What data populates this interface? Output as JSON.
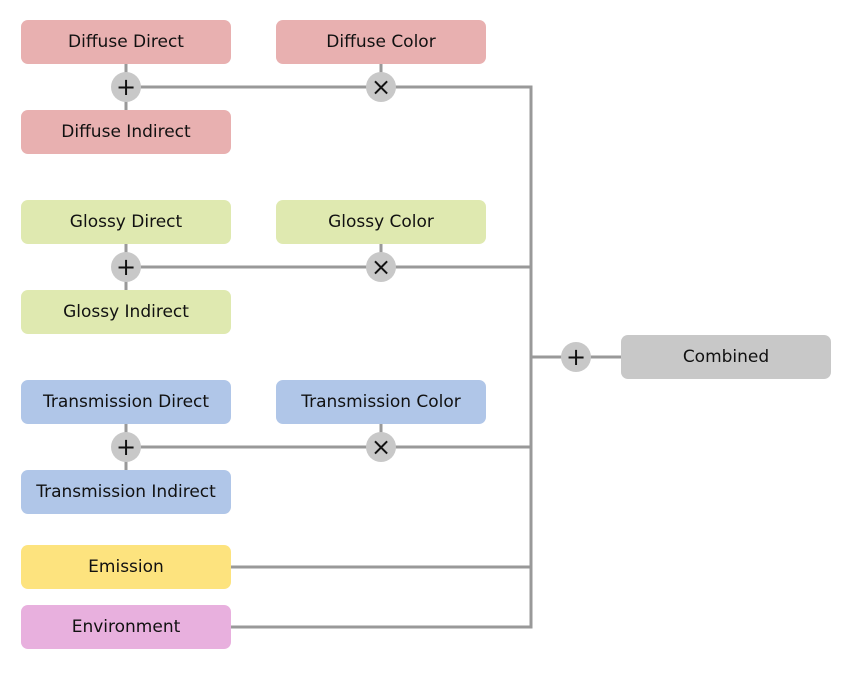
{
  "colors": {
    "diffuse": "#e8b0b0",
    "glossy": "#dfe9b0",
    "transmission": "#b0c6e8",
    "emission": "#fde37e",
    "environment": "#e8b0de",
    "combined": "#c8c8c8",
    "connector": "#999999",
    "operator": "#c8c8c8"
  },
  "nodes": {
    "diffuse_direct": "Diffuse Direct",
    "diffuse_indirect": "Diffuse Indirect",
    "diffuse_color": "Diffuse Color",
    "glossy_direct": "Glossy Direct",
    "glossy_indirect": "Glossy Indirect",
    "glossy_color": "Glossy Color",
    "transmission_direct": "Transmission Direct",
    "transmission_indirect": "Transmission Indirect",
    "transmission_color": "Transmission Color",
    "emission": "Emission",
    "environment": "Environment",
    "combined": "Combined"
  },
  "operators": {
    "add": "+",
    "multiply": "×"
  }
}
